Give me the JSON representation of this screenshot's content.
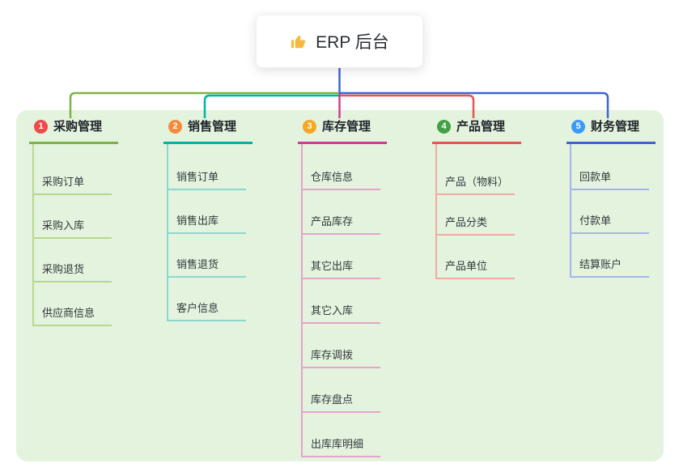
{
  "root": {
    "label": "ERP 后台",
    "icon": "thumbs-up-icon",
    "icon_color": "#f6b93b"
  },
  "colors": {
    "panel_background": "#e3f3dd",
    "root_stem": "#3f63d6"
  },
  "branches": [
    {
      "number": "1",
      "label": "采购管理",
      "badge_color": "#ef4a4a",
      "line_color": "#7cb342",
      "child_line_color": "#b9d78f",
      "children": [
        "采购订单",
        "采购入库",
        "采购退货",
        "供应商信息"
      ]
    },
    {
      "number": "2",
      "label": "销售管理",
      "badge_color": "#f58a3c",
      "line_color": "#00b3a6",
      "child_line_color": "#8ad8d0",
      "children": [
        "销售订单",
        "销售出库",
        "销售退货",
        "客户信息"
      ]
    },
    {
      "number": "3",
      "label": "库存管理",
      "badge_color": "#f5a623",
      "line_color": "#cf3a92",
      "child_line_color": "#e6a3cb",
      "children": [
        "仓库信息",
        "产品库存",
        "其它出库",
        "其它入库",
        "库存调拨",
        "库存盘点",
        "出库库明细"
      ]
    },
    {
      "number": "4",
      "label": "产品管理",
      "badge_color": "#43a047",
      "line_color": "#e85450",
      "child_line_color": "#f2aaa6",
      "children": [
        "产品（物料）",
        "产品分类",
        "产品单位"
      ]
    },
    {
      "number": "5",
      "label": "财务管理",
      "badge_color": "#3b9af8",
      "line_color": "#3f63d6",
      "child_line_color": "#a6b5ea",
      "children": [
        "回款单",
        "付款单",
        "结算账户"
      ]
    }
  ]
}
